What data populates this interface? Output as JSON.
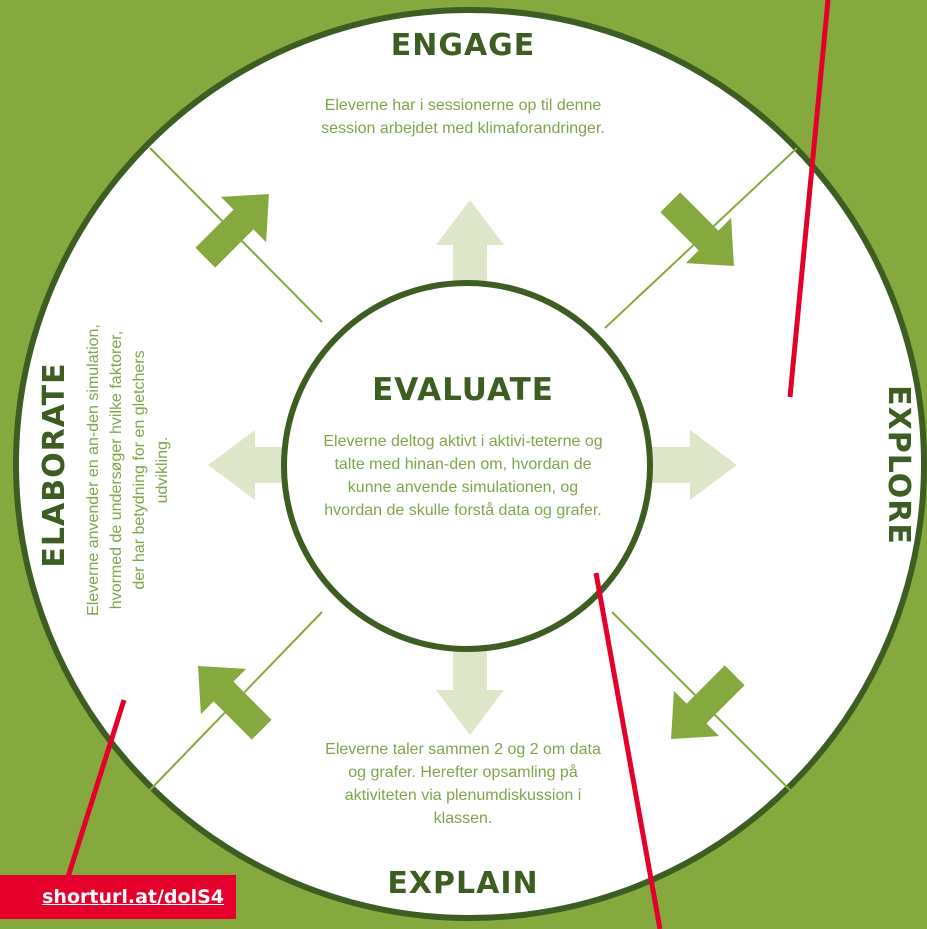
{
  "phases": {
    "engage": {
      "title": "ENGAGE",
      "text": "Eleverne har i sessionerne op til denne session arbejdet med klimaforandringer."
    },
    "explore": {
      "title": "EXPLORE"
    },
    "explain": {
      "title": "EXPLAIN",
      "text": "Eleverne taler sammen 2 og 2 om data og grafer. Herefter opsamling på aktiviteten via plenumdiskussion i klassen."
    },
    "elaborate": {
      "title": "ELABORATE",
      "text": "Eleverne anvender en an-den simulation, hvormed de undersøger hvilke faktorer, der har betydning for en gletchers udvikling."
    },
    "evaluate": {
      "title": "EVALUATE",
      "text": "Eleverne deltog aktivt i aktivi-teterne og talte med hinan-den om, hvordan de kunne anvende simulationen, og hvordan de skulle forstå data og grafer."
    }
  },
  "link": {
    "text": "shorturl.at/dolS4"
  },
  "colors": {
    "background": "#86a93f",
    "circle_fill": "#ffffff",
    "border": "#3d5d22",
    "arrow_dark": "#86a93f",
    "arrow_light": "#dde6c8",
    "desc_text": "#7ea64a",
    "accent_red": "#e4002b"
  }
}
